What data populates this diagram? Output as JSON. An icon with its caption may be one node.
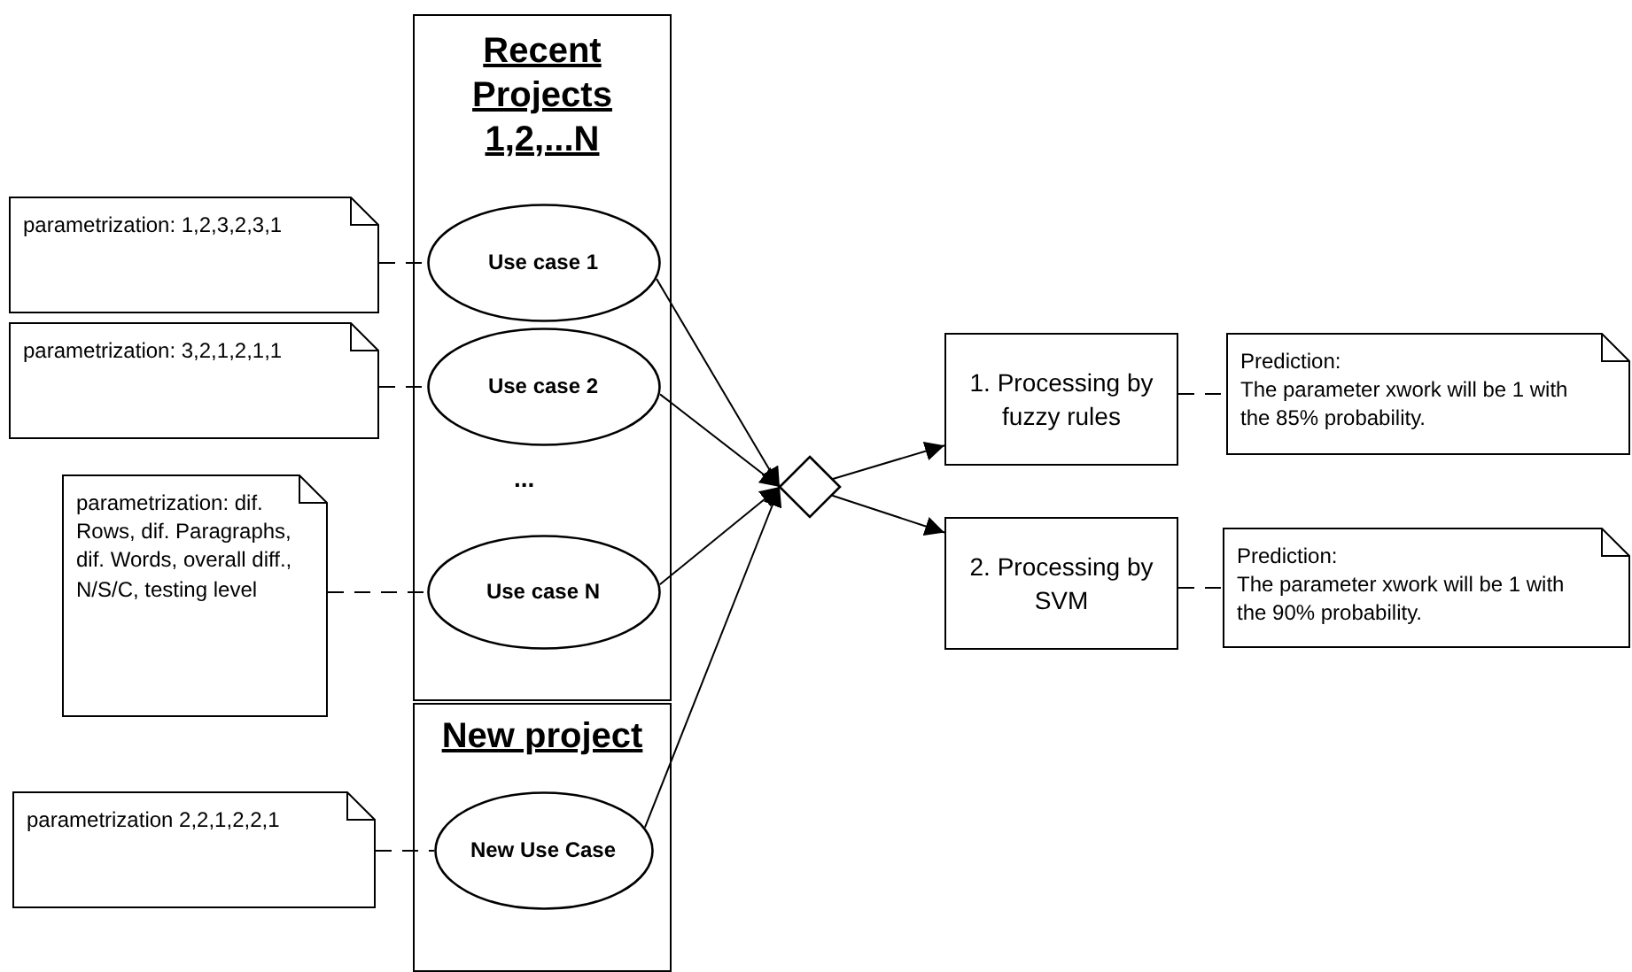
{
  "diagram": {
    "nodes": [
      {
        "text": [
          "Recent Projects 1,2,...N"
        ]
      },
      {
        "text": [
          "Use case 1"
        ],
        "in": 0
      },
      {
        "text": [
          "Use case 2"
        ],
        "in": 0
      },
      {
        "text": [
          "Use case N"
        ],
        "in": 0
      },
      {
        "text": [
          "New project"
        ]
      },
      {
        "text": [
          "New Use Case"
        ],
        "in": 4
      },
      {
        "text": [
          "parametrization: 1,2,3,2,3,1"
        ]
      },
      {
        "text": [
          "parametrization: 3,2,1,2,1,1"
        ]
      },
      {
        "text": [
          "parametrization: dif. Rows, dif. Paragraphs, dif. Words, overall diff., N/S/C, testing level"
        ]
      },
      {
        "text": [
          "parametrization 2,2,1,2,2,1"
        ]
      },
      {
        "text": [],
        "shape": "diamond"
      },
      {
        "text": [
          "1. Processing by fuzzy rules"
        ]
      },
      {
        "text": [
          "2. Processing by SVM"
        ]
      },
      {
        "text": [
          "Prediction:",
          "The parameter xwork will be 1 with the 85% probability."
        ]
      },
      {
        "text": [
          "Prediction:",
          "The parameter xwork will be 1 with the 90% probability."
        ]
      }
    ],
    "edges": [
      {
        "from": 6,
        "to": 1,
        "arrow": "none",
        "style": "dashed"
      },
      {
        "from": 7,
        "to": 2,
        "arrow": "none",
        "style": "dashed"
      },
      {
        "from": 8,
        "to": 3,
        "arrow": "none",
        "style": "dashed"
      },
      {
        "from": 9,
        "to": 5,
        "arrow": "none",
        "style": "dashed"
      },
      {
        "from": 1,
        "to": 10,
        "arrow": "to"
      },
      {
        "from": 2,
        "to": 10,
        "arrow": "to"
      },
      {
        "from": 3,
        "to": 10,
        "arrow": "to"
      },
      {
        "from": 5,
        "to": 10,
        "arrow": "to"
      },
      {
        "from": 10,
        "to": 11,
        "arrow": "to"
      },
      {
        "from": 10,
        "to": 12,
        "arrow": "to"
      },
      {
        "from": 11,
        "to": 13,
        "arrow": "none",
        "style": "dashed"
      },
      {
        "from": 12,
        "to": 14,
        "arrow": "none",
        "style": "dashed"
      }
    ],
    "labels": [
      "..."
    ]
  }
}
